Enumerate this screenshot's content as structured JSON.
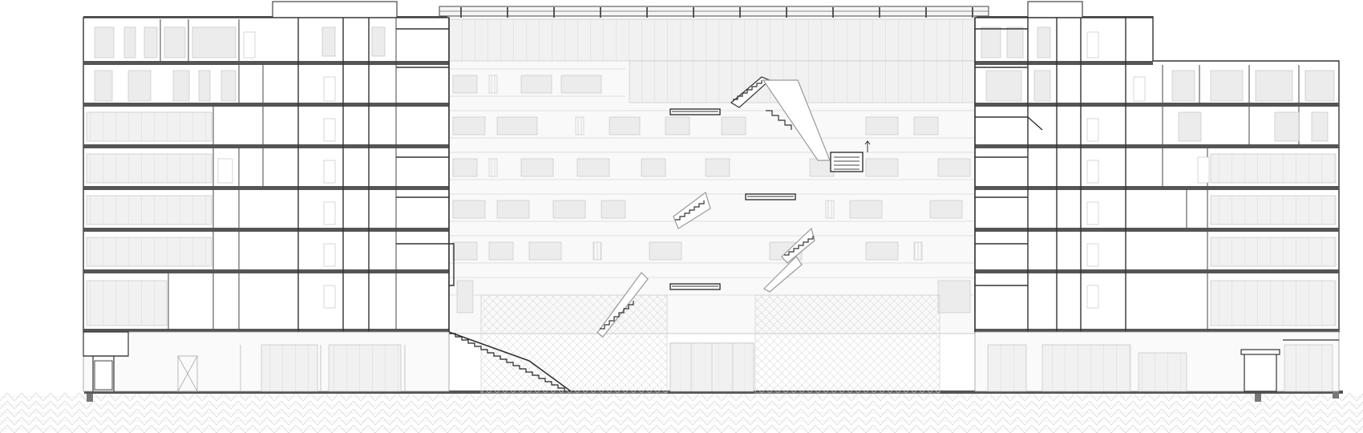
{
  "drawing": {
    "type": "architectural-section",
    "storeys_above_ground": 7,
    "ground_level": 1,
    "atrium": true,
    "atrium_stair_flights": 6,
    "atrium_bridges": 4,
    "colors": {
      "background": "#ffffff",
      "line": "#333333",
      "slab": "#555555",
      "light_line": "#b8b8b8",
      "glazing_fill": "#eeeeee",
      "glazing_dark": "#dcdcdc",
      "ground_hatch": "#cfcfcf"
    }
  }
}
